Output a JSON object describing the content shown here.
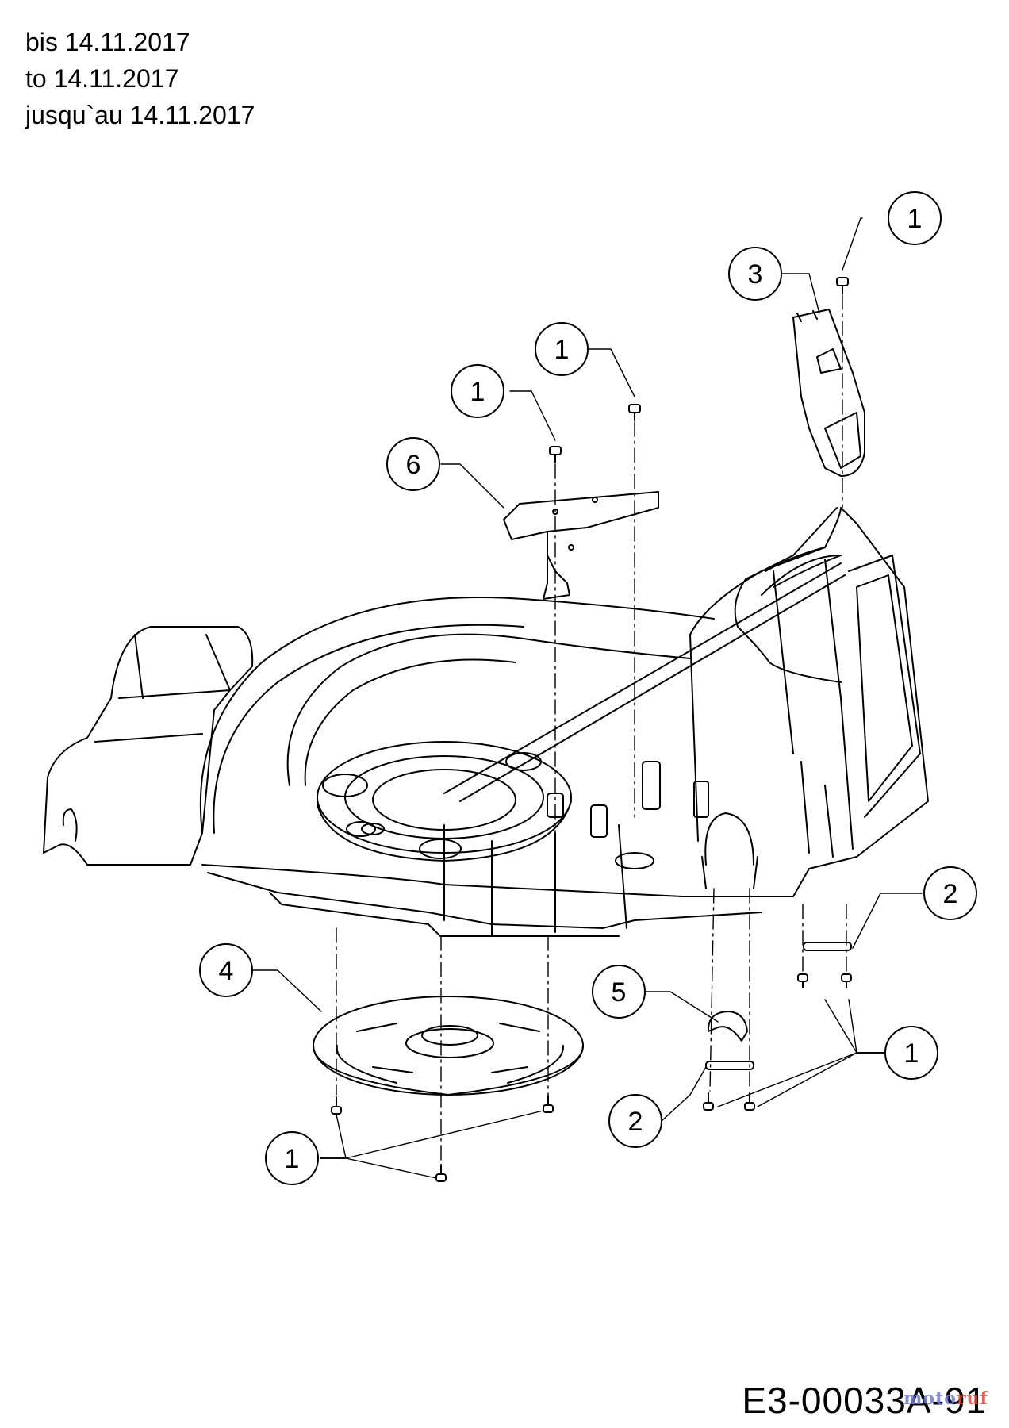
{
  "header": {
    "line_de": "bis 14.11.2017",
    "line_en": "to 14.11.2017",
    "line_fr": "jusqu`au 14.11.2017"
  },
  "callouts": [
    {
      "id": "c1-top-right",
      "label": "1"
    },
    {
      "id": "c3",
      "label": "3"
    },
    {
      "id": "c1-upper-mid",
      "label": "1"
    },
    {
      "id": "c1-upper-left",
      "label": "1"
    },
    {
      "id": "c6",
      "label": "6"
    },
    {
      "id": "c2-right",
      "label": "2"
    },
    {
      "id": "c4",
      "label": "4"
    },
    {
      "id": "c5",
      "label": "5"
    },
    {
      "id": "c1-lower-right",
      "label": "1"
    },
    {
      "id": "c2-lower",
      "label": "2"
    },
    {
      "id": "c1-lower-left",
      "label": "1"
    }
  ],
  "diagram_code": "E3-00033A-91",
  "watermark": {
    "prefix": "moto",
    "accent": "ruf"
  }
}
